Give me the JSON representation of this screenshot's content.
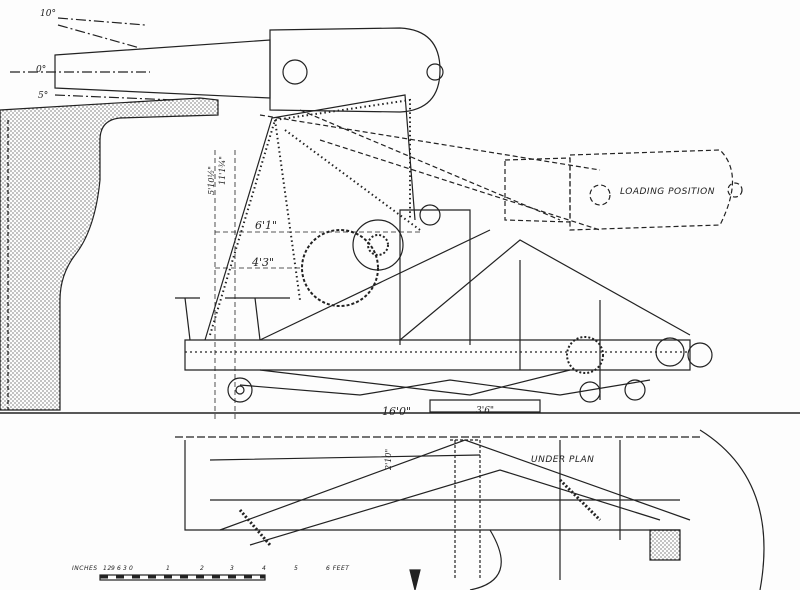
{
  "drawing": {
    "elevation_labels": {
      "angle_10": "10°",
      "angle_0": "0°",
      "angle_5": "5°",
      "loading_position": "LOADING POSITION",
      "dim_6_1": "6'1\"",
      "dim_4_3": "4'3\"",
      "dim_16_0": "16'0\"",
      "dim_3_6": "3'6\"",
      "dim_vert_a": "5'10½\"",
      "dim_vert_b": "11'1¾\""
    },
    "plan_labels": {
      "under_plan": "UNDER PLAN",
      "dim_2_10": "2'10\""
    },
    "scale_bar": {
      "inches_label": "INCHES",
      "inch_ticks": [
        "12",
        "9",
        "6",
        "3",
        "0"
      ],
      "feet_ticks": [
        "1",
        "2",
        "3",
        "4",
        "5"
      ],
      "feet_label": "6 FEET"
    }
  }
}
